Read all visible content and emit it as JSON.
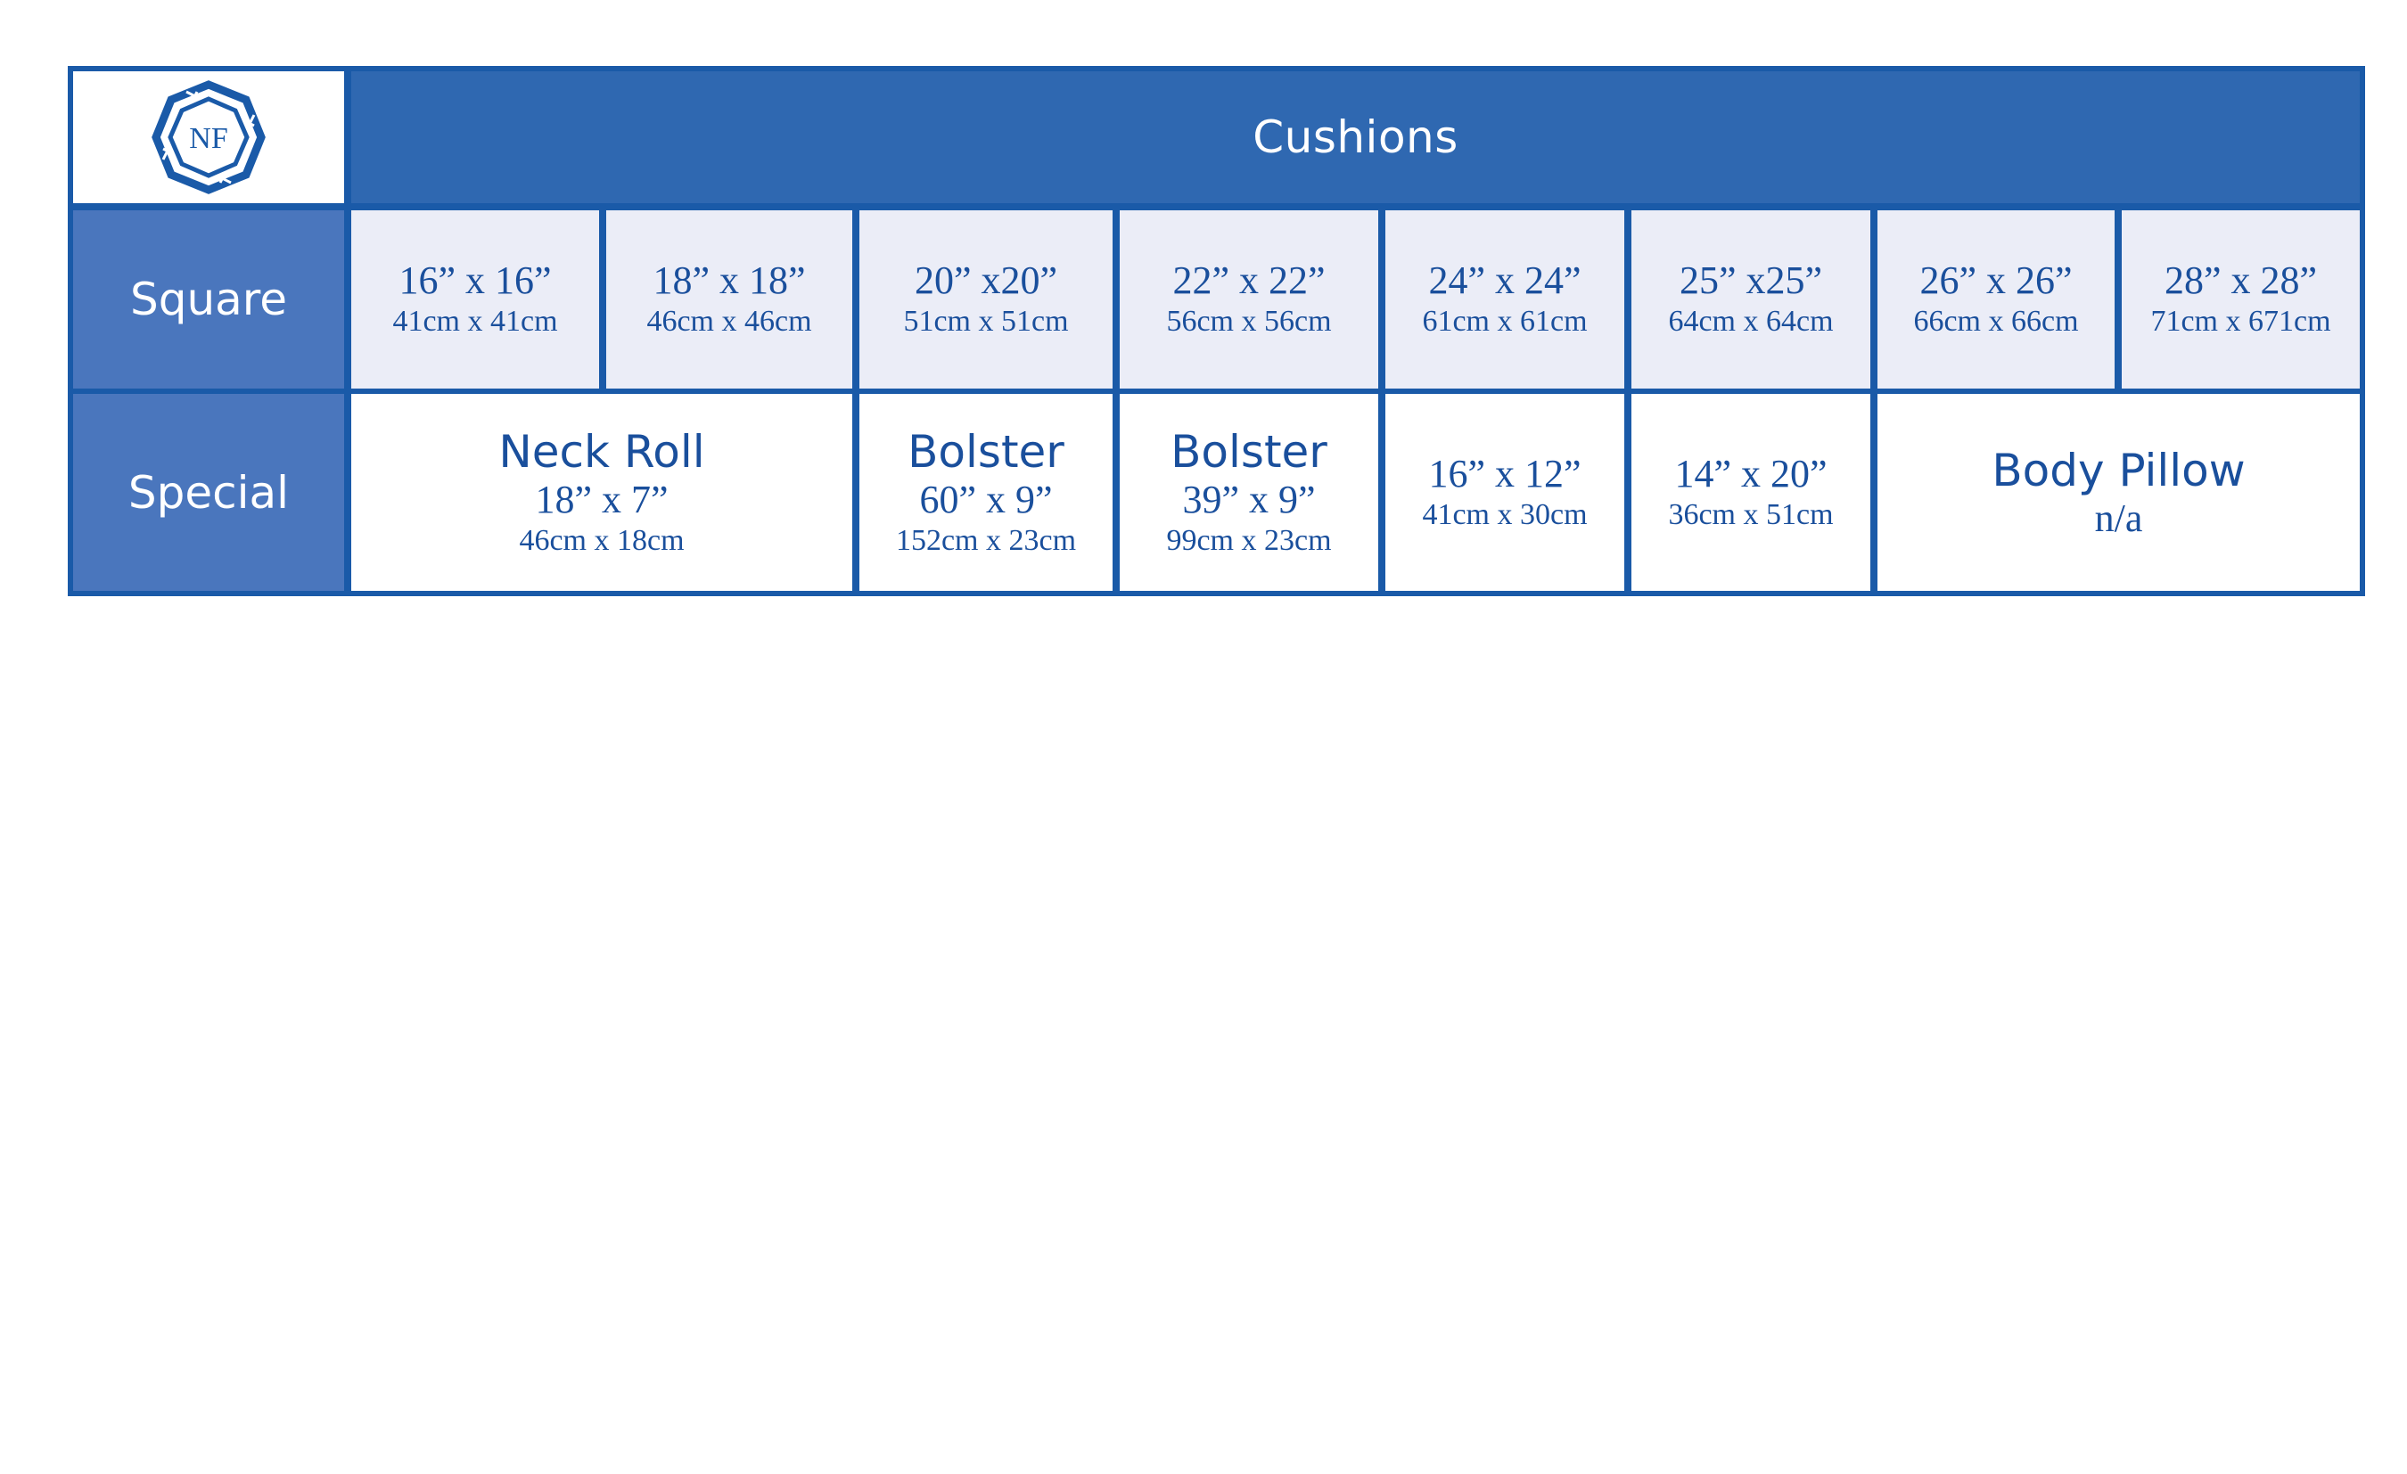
{
  "brand": {
    "logo_monogram": "NF",
    "accent_color": "#1a5aa8",
    "header_color": "#2f68b1",
    "row_header_color": "#4a76bd",
    "square_row_bg": "#ebedf7"
  },
  "table": {
    "title": "Cushions",
    "square": {
      "label": "Square",
      "cells": [
        {
          "inches": "16” x 16”",
          "metric": "41cm x 41cm"
        },
        {
          "inches": "18” x 18”",
          "metric": "46cm x 46cm"
        },
        {
          "inches": "20” x20”",
          "metric": "51cm x 51cm"
        },
        {
          "inches": "22” x 22”",
          "metric": "56cm x 56cm"
        },
        {
          "inches": "24” x 24”",
          "metric": "61cm x 61cm"
        },
        {
          "inches": "25” x25”",
          "metric": "64cm x 64cm"
        },
        {
          "inches": "26” x 26”",
          "metric": "66cm x 66cm"
        },
        {
          "inches": "28” x 28”",
          "metric": "71cm x 671cm"
        }
      ]
    },
    "special": {
      "label": "Special",
      "cells": [
        {
          "name": "Neck Roll",
          "inches": "18” x 7”",
          "metric": "46cm x 18cm"
        },
        {
          "name": "Bolster",
          "inches": "60” x 9”",
          "metric": "152cm x 23cm"
        },
        {
          "name": "Bolster",
          "inches": "39” x 9”",
          "metric": "99cm x 23cm"
        },
        {
          "name": "",
          "inches": "16” x 12”",
          "metric": "41cm x 30cm"
        },
        {
          "name": "",
          "inches": "14” x 20”",
          "metric": "36cm x 51cm"
        },
        {
          "name": "Body Pillow",
          "inches": "",
          "metric": "n/a"
        }
      ]
    }
  }
}
